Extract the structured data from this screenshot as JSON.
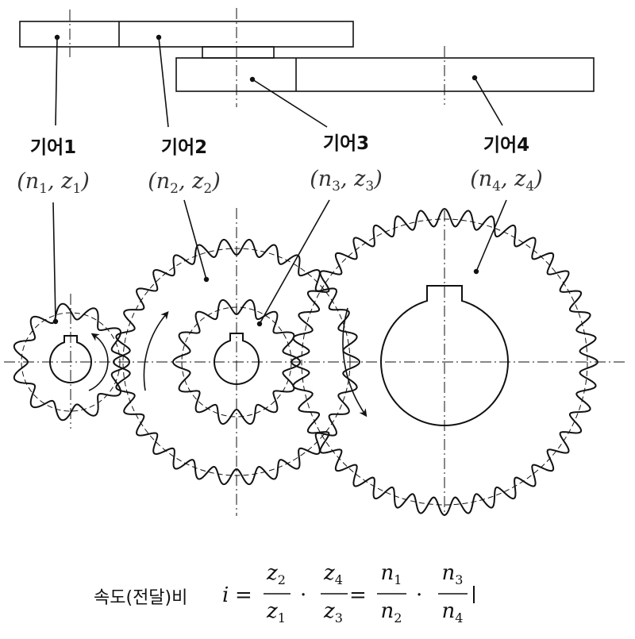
{
  "gears": [
    {
      "id": 1,
      "name": "기어1",
      "n": "n",
      "n_sub": "1",
      "z": "z",
      "z_sub": "1"
    },
    {
      "id": 2,
      "name": "기어2",
      "n": "n",
      "n_sub": "2",
      "z": "z",
      "z_sub": "2"
    },
    {
      "id": 3,
      "name": "기어3",
      "n": "n",
      "n_sub": "3",
      "z": "z",
      "z_sub": "3"
    },
    {
      "id": 4,
      "name": "기어4",
      "n": "n",
      "n_sub": "4",
      "z": "z",
      "z_sub": "4"
    }
  ],
  "formula": {
    "label": "속도(전달)비",
    "lhs": "i",
    "eq": "=",
    "dot": "·",
    "frac1_num": "z",
    "frac1_num_sub": "2",
    "frac1_den": "z",
    "frac1_den_sub": "1",
    "frac2_num": "z",
    "frac2_num_sub": "4",
    "frac2_den": "z",
    "frac2_den_sub": "3",
    "frac3_num": "n",
    "frac3_num_sub": "1",
    "frac3_den": "n",
    "frac3_den_sub": "2",
    "frac4_num": "n",
    "frac4_num_sub": "3",
    "frac4_den": "n",
    "frac4_den_sub": "4"
  }
}
